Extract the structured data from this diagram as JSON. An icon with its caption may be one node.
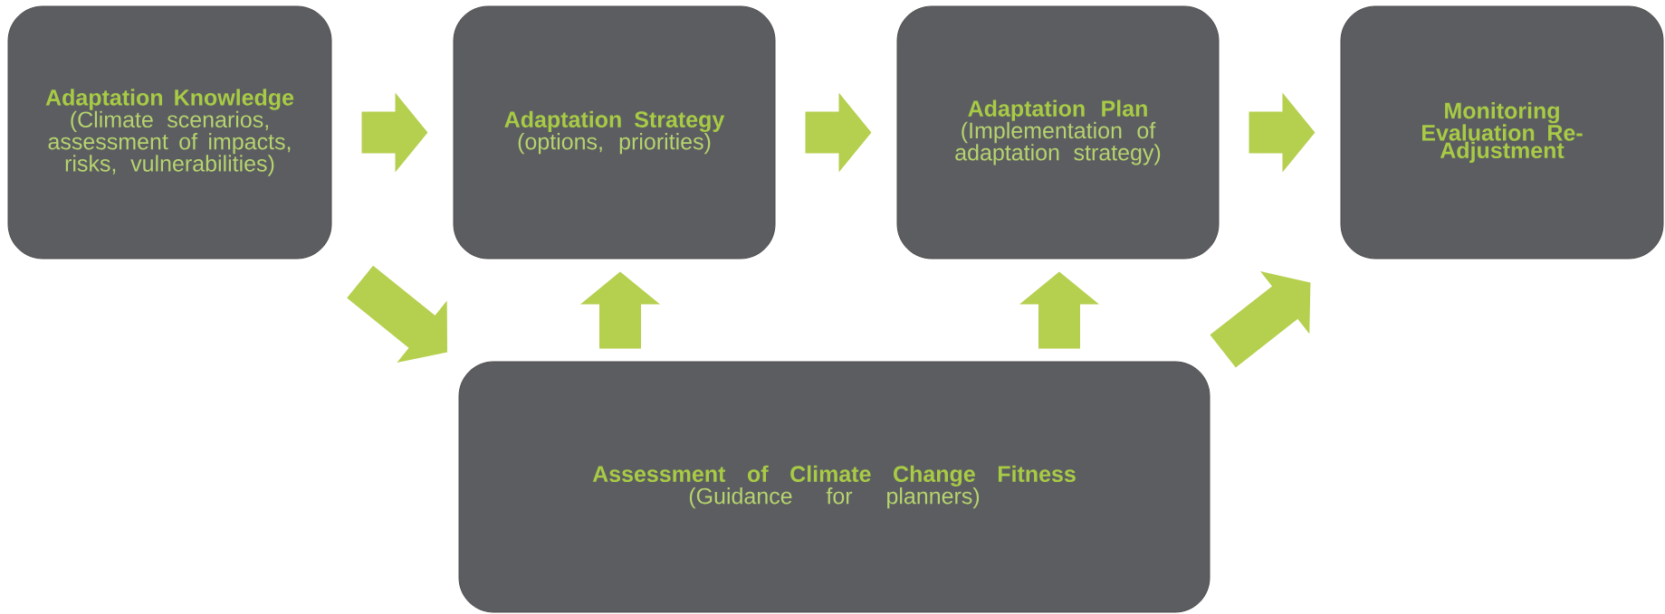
{
  "diagram": {
    "nodes": [
      {
        "text": [
          "Adaptation Knowledge",
          "(Climate scenarios, assessment of impacts, risks, vulnerabilities)"
        ]
      },
      {
        "text": [
          "Adaptation Strategy",
          "(options, priorities)"
        ]
      },
      {
        "text": [
          "Adaptation Plan",
          "(Implementation of adaptation strategy)"
        ]
      },
      {
        "text": [
          "Monitoring Evaluation Re-Adjustment"
        ]
      },
      {
        "text": [
          "Assessment of Climate Change Fitness",
          "(Guidance for planners)"
        ]
      }
    ],
    "edges": [
      {
        "from": 0,
        "to": 1,
        "arrow": "to"
      },
      {
        "from": 1,
        "to": 2,
        "arrow": "to"
      },
      {
        "from": 2,
        "to": 3,
        "arrow": "to"
      },
      {
        "from": 0,
        "to": 4,
        "arrow": "to"
      },
      {
        "from": 4,
        "to": 1,
        "arrow": "to"
      },
      {
        "from": 4,
        "to": 2,
        "arrow": "to"
      },
      {
        "from": 4,
        "to": 3,
        "arrow": "to"
      }
    ]
  }
}
